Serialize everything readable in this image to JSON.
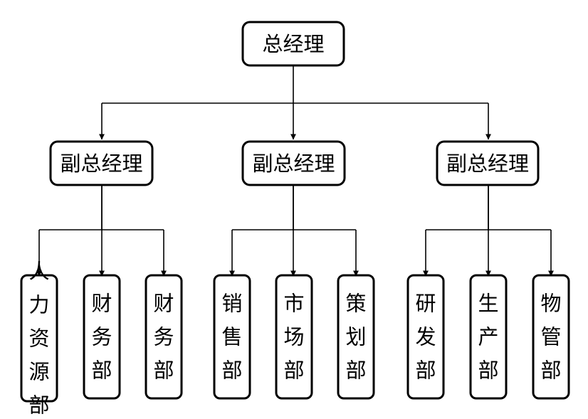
{
  "diagram": {
    "type": "org-chart",
    "root": {
      "label": "总经理"
    },
    "branches": [
      {
        "label": "副总经理",
        "children": [
          "人力资源部",
          "财务部",
          "财务部"
        ]
      },
      {
        "label": "副总经理",
        "children": [
          "销售部",
          "市场部",
          "策划部"
        ]
      },
      {
        "label": "副总经理",
        "children": [
          "研发部",
          "生产部",
          "物管部"
        ]
      }
    ],
    "colors": {
      "box_fill": "#ffffff",
      "stroke": "#000000",
      "text": "#000000"
    }
  }
}
